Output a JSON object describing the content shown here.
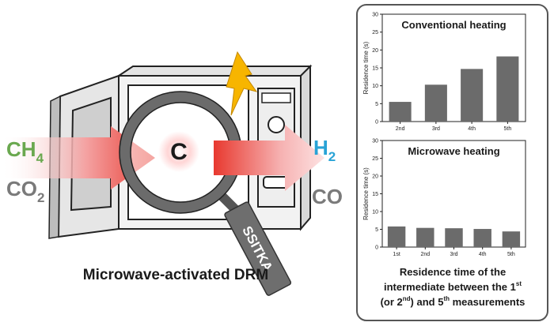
{
  "diagram": {
    "inputs": {
      "ch4": {
        "base": "CH",
        "sub": "4"
      },
      "co2": {
        "base": "CO",
        "sub": "2"
      }
    },
    "outputs": {
      "h2": {
        "base": "H",
        "sub": "2"
      },
      "co": "CO"
    },
    "center_label": "C",
    "probe_label": "SSITKA",
    "caption": "Microwave-activated DRM",
    "colors": {
      "ch4": "#6aa84f",
      "h2": "#29a3d6",
      "gray_text": "#7a7a7a",
      "arrow": "#e8392f"
    }
  },
  "caption_box": {
    "line1": "Residence time of the",
    "line2_prefix": "intermediate between the 1",
    "line2_sup": "st",
    "line3_a": "(or 2",
    "line3_sup": "nd",
    "line3_b": ") and 5",
    "line3_sup2": "th",
    "line3_c": " measurements"
  },
  "chart_data": [
    {
      "type": "bar",
      "title": "Conventional heating",
      "ylabel": "Residence time (s)",
      "xlabel": "",
      "ylim": [
        0,
        30
      ],
      "yticks": [
        0,
        5,
        10,
        15,
        20,
        25,
        30
      ],
      "categories": [
        "2nd",
        "3rd",
        "4th",
        "5th"
      ],
      "values": [
        5.5,
        10.3,
        14.7,
        18.2
      ],
      "bar_color": "#6b6b6b"
    },
    {
      "type": "bar",
      "title": "Microwave heating",
      "ylabel": "Residence time (s)",
      "xlabel": "",
      "ylim": [
        0,
        30
      ],
      "yticks": [
        0,
        5,
        10,
        15,
        20,
        25,
        30
      ],
      "categories": [
        "1st",
        "2nd",
        "3rd",
        "4th",
        "5th"
      ],
      "values": [
        5.8,
        5.4,
        5.3,
        5.1,
        4.4
      ],
      "bar_color": "#6b6b6b"
    }
  ]
}
